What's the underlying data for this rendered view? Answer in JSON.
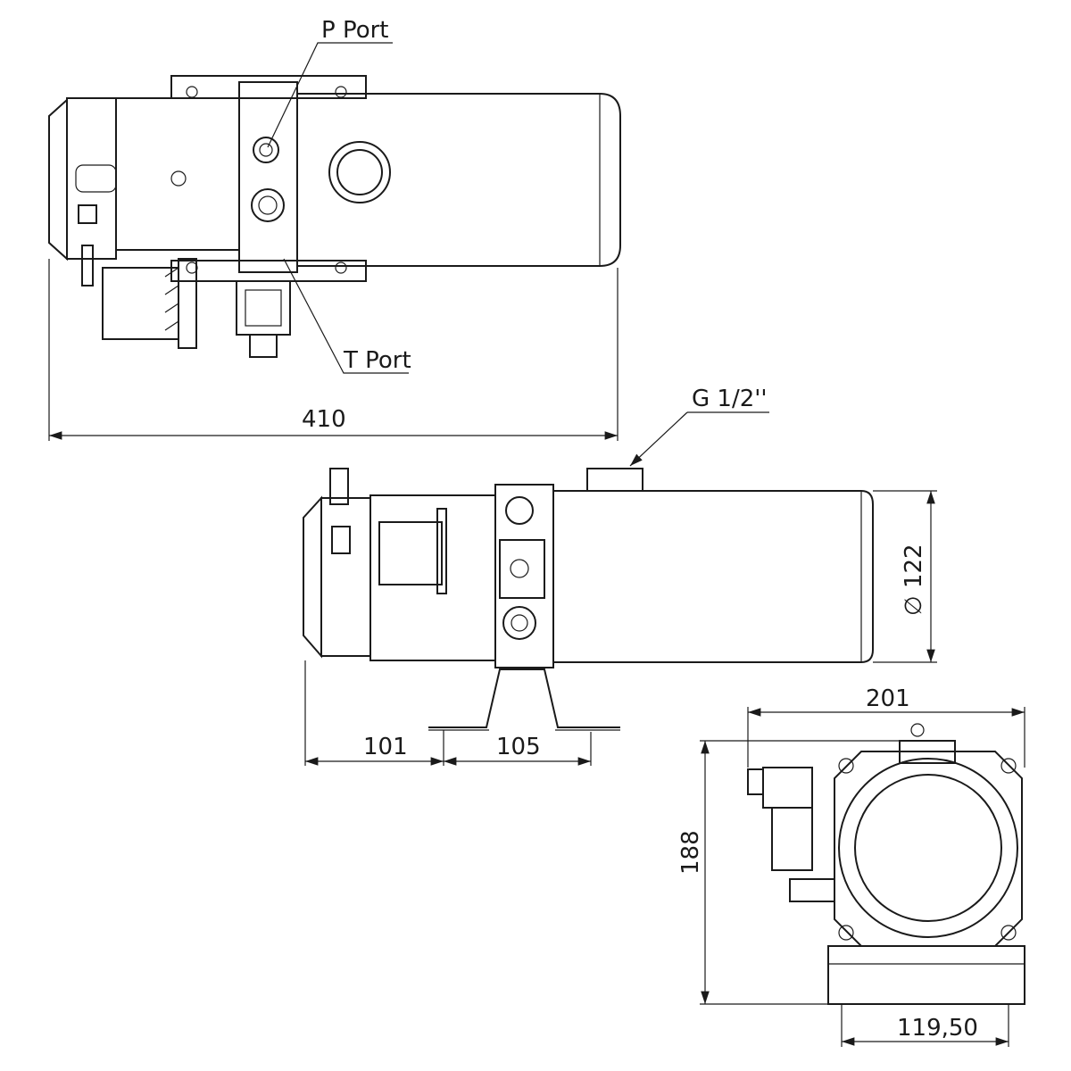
{
  "labels": {
    "p_port": "P Port",
    "t_port": "T Port",
    "thread": "G 1/2''",
    "diameter": "∅ 122"
  },
  "dimensions": {
    "overall_length": "410",
    "motor_offset": "101",
    "bracket_offset": "105",
    "width": "201",
    "height": "188",
    "base_width": "119,50"
  },
  "colors": {
    "line": "#1a1a1a",
    "background": "#ffffff"
  }
}
